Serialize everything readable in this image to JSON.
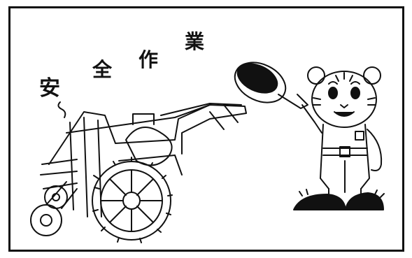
{
  "poster": {
    "slogan_chars": [
      "安",
      "全",
      "作",
      "業"
    ]
  }
}
